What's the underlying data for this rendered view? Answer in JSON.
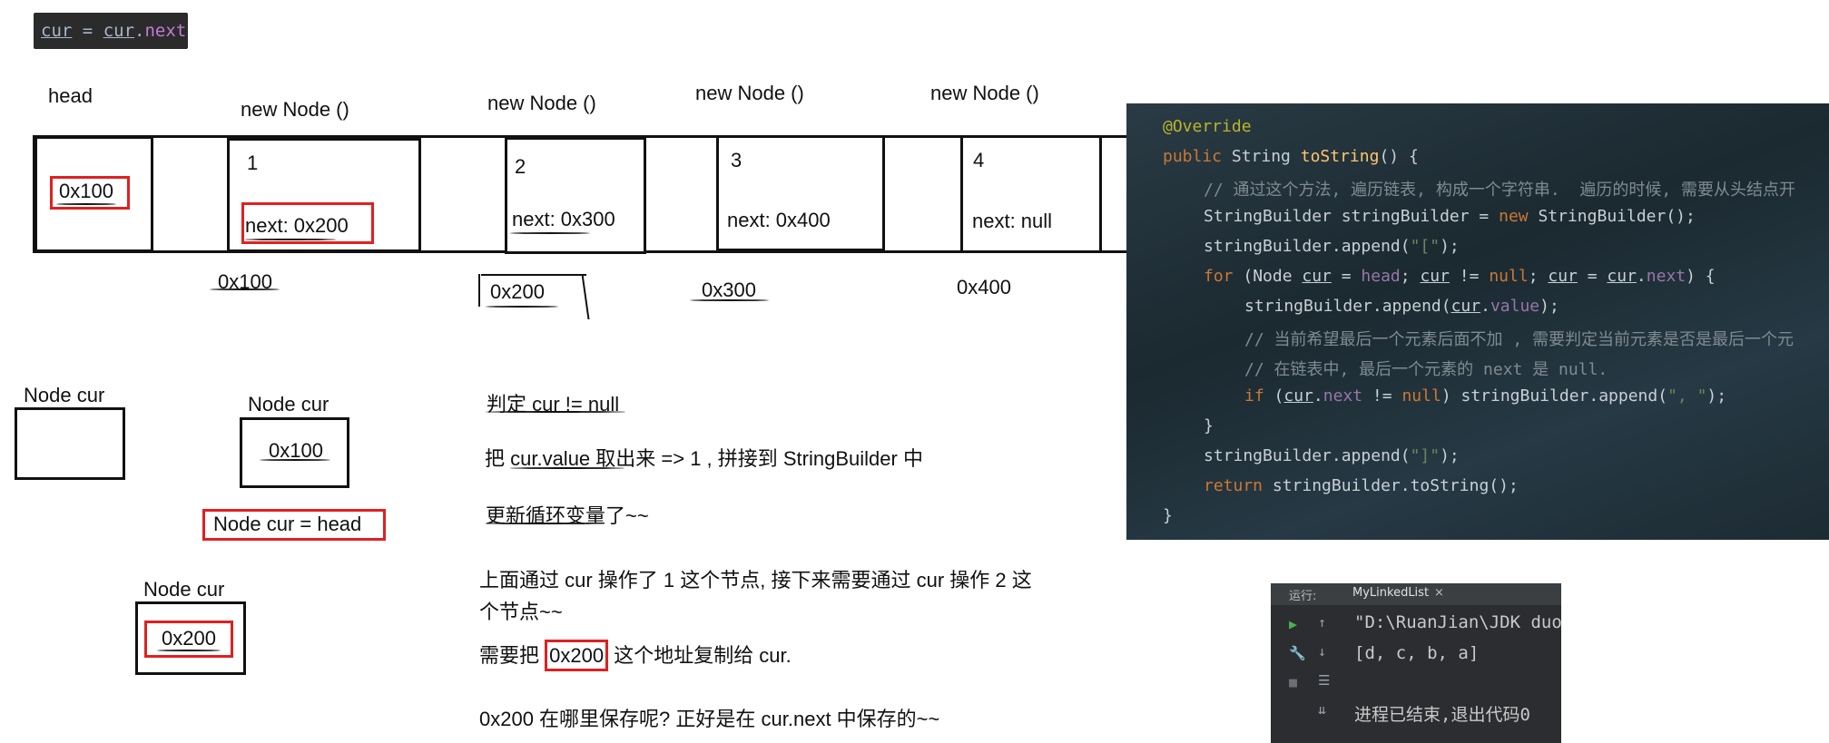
{
  "snippet": {
    "var1": "cur",
    "eq": "=",
    "var2": "cur",
    "dot": ".",
    "field": "next"
  },
  "diagram": {
    "head_label": "head",
    "head_value": "0x100",
    "nodes": [
      {
        "caption": "new Node ()",
        "value": "1",
        "next": "next: 0x200",
        "address": "0x100"
      },
      {
        "caption": "new Node ()",
        "value": "2",
        "next": "next: 0x300",
        "address": "0x200"
      },
      {
        "caption": "new Node ()",
        "value": "3",
        "next": "next: 0x400",
        "address": "0x300"
      },
      {
        "caption": "new Node ()",
        "value": "4",
        "next": "next: null",
        "address": "0x400"
      }
    ]
  },
  "cur_boxes": {
    "empty_label": "Node cur",
    "second_label": "Node cur",
    "second_value": "0x100",
    "assign_text": "Node cur = head",
    "third_label": "Node cur",
    "third_value": "0x200"
  },
  "notes": {
    "line1": "判定 cur != null",
    "line2": "把 cur.value 取出来 => 1 , 拼接到 StringBuilder 中",
    "line3": "更新循环变量了~~",
    "line4a": "上面通过 cur 操作了 1 这个节点, 接下来需要通过 cur 操作 2 这",
    "line4b": "个节点~~",
    "line5_pre": "需要把 ",
    "line5_addr": "0x200",
    "line5_post": " 这个地址复制给 cur.",
    "line6": "0x200 在哪里保存呢? 正好是在 cur.next 中保存的~~"
  },
  "code": {
    "annotation": "@Override",
    "l2_kw": "public",
    "l2_type": " String ",
    "l2_fn": "toString",
    "l2_rest": "() {",
    "l3": "// 通过这个方法, 遍历链表, 构成一个字符串.  遍历的时候, 需要从头结点开",
    "l4_a": "StringBuilder stringBuilder = ",
    "l4_kw": "new",
    "l4_b": " StringBuilder();",
    "l5_a": "stringBuilder.append(",
    "l5_s": "\"[\"",
    "l5_b": ");",
    "l6_kw": "for",
    "l6_a": " (Node ",
    "l6_v1": "cur",
    "l6_b": " = ",
    "l6_head": "head",
    "l6_c": "; ",
    "l6_v2": "cur",
    "l6_d": " != ",
    "l6_null": "null",
    "l6_e": "; ",
    "l6_v3": "cur",
    "l6_f": " = ",
    "l6_v4": "cur",
    "l6_g": ".",
    "l6_next": "next",
    "l6_h": ") {",
    "l7_a": "stringBuilder.append(",
    "l7_v": "cur",
    "l7_b": ".",
    "l7_f": "value",
    "l7_c": ");",
    "l8": "// 当前希望最后一个元素后面不加 , 需要判定当前元素是否是最后一个元",
    "l9": "// 在链表中, 最后一个元素的 next 是 null.",
    "l10_kw": "if",
    "l10_a": " (",
    "l10_v": "cur",
    "l10_b": ".",
    "l10_f": "next",
    "l10_c": " != ",
    "l10_null": "null",
    "l10_d": ") stringBuilder.append(",
    "l10_s": "\", \"",
    "l10_e": ");",
    "l11": "}",
    "l12_a": "stringBuilder.append(",
    "l12_s": "\"]\"",
    "l12_b": ");",
    "l13_kw": "return",
    "l13_a": " stringBuilder.toString();",
    "l14": "}"
  },
  "run": {
    "tab_label": "运行:",
    "config_name": "MyLinkedList",
    "close": "×",
    "out1": "\"D:\\RuanJian\\JDK duo",
    "out2": "[d, c, b, a]",
    "out3": "进程已结束,退出代码0"
  }
}
